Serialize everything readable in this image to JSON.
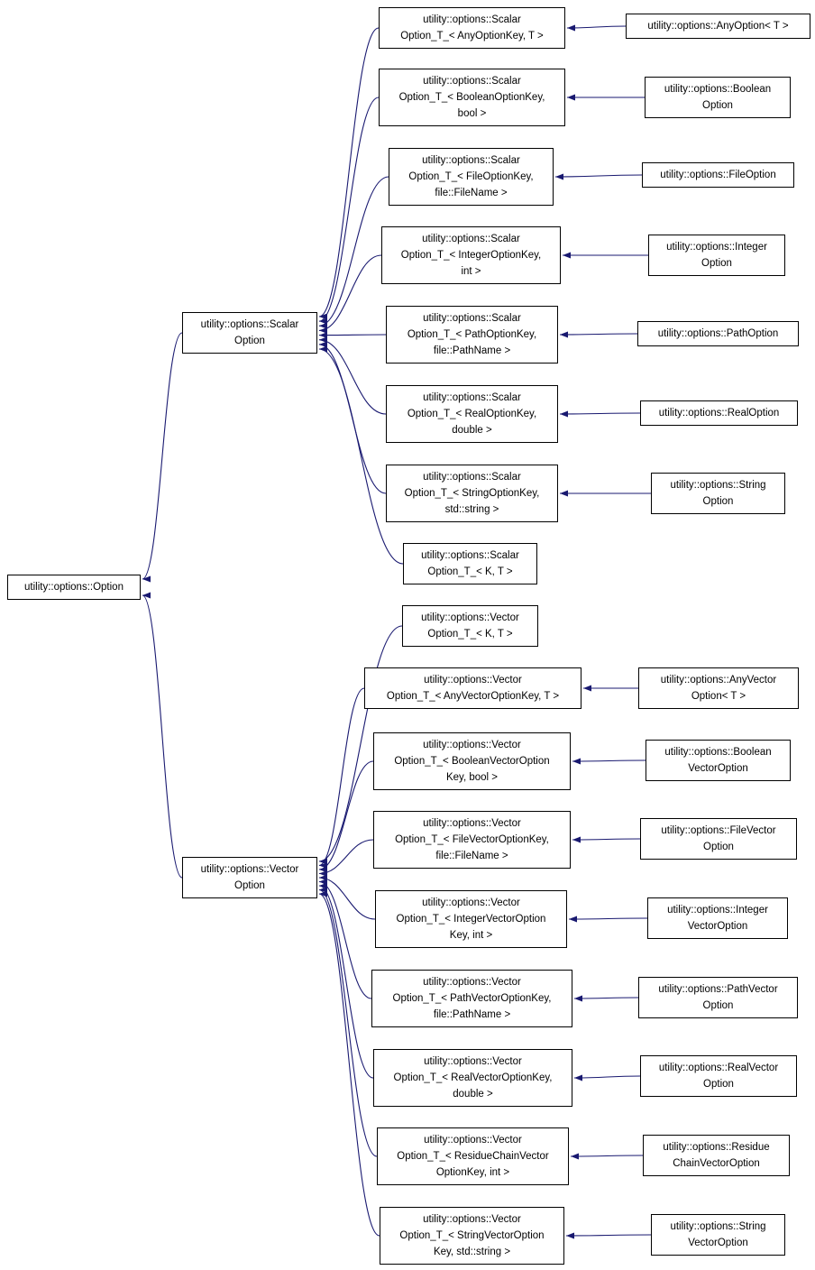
{
  "colors": {
    "edge": "#191970",
    "node_border": "#000000",
    "node_background": "#ffffff",
    "text": "#000000",
    "background": "#ffffff"
  },
  "nodes": {
    "option": {
      "lines": [
        "utility::options::Option"
      ]
    },
    "scalar_option": {
      "lines": [
        "utility::options::Scalar",
        "Option"
      ]
    },
    "vector_option": {
      "lines": [
        "utility::options::Vector",
        "Option"
      ]
    },
    "s_any": {
      "lines": [
        "utility::options::Scalar",
        "Option_T_< AnyOptionKey, T >"
      ]
    },
    "s_bool": {
      "lines": [
        "utility::options::Scalar",
        "Option_T_< BooleanOptionKey,",
        "bool >"
      ]
    },
    "s_file": {
      "lines": [
        "utility::options::Scalar",
        "Option_T_< FileOptionKey,",
        "file::FileName >"
      ]
    },
    "s_int": {
      "lines": [
        "utility::options::Scalar",
        "Option_T_< IntegerOptionKey,",
        "int >"
      ]
    },
    "s_path": {
      "lines": [
        "utility::options::Scalar",
        "Option_T_< PathOptionKey,",
        "file::PathName >"
      ]
    },
    "s_real": {
      "lines": [
        "utility::options::Scalar",
        "Option_T_< RealOptionKey,",
        "double >"
      ]
    },
    "s_string": {
      "lines": [
        "utility::options::Scalar",
        "Option_T_< StringOptionKey,",
        "std::string >"
      ]
    },
    "s_kt": {
      "lines": [
        "utility::options::Scalar",
        "Option_T_< K, T >"
      ]
    },
    "c_any": {
      "lines": [
        "utility::options::AnyOption< T >"
      ]
    },
    "c_bool": {
      "lines": [
        "utility::options::Boolean",
        "Option"
      ]
    },
    "c_file": {
      "lines": [
        "utility::options::FileOption"
      ]
    },
    "c_int": {
      "lines": [
        "utility::options::Integer",
        "Option"
      ]
    },
    "c_path": {
      "lines": [
        "utility::options::PathOption"
      ]
    },
    "c_real": {
      "lines": [
        "utility::options::RealOption"
      ]
    },
    "c_string": {
      "lines": [
        "utility::options::String",
        "Option"
      ]
    },
    "v_kt": {
      "lines": [
        "utility::options::Vector",
        "Option_T_< K, T >"
      ]
    },
    "v_any": {
      "lines": [
        "utility::options::Vector",
        "Option_T_< AnyVectorOptionKey, T >"
      ]
    },
    "v_bool": {
      "lines": [
        "utility::options::Vector",
        "Option_T_< BooleanVectorOption",
        "Key, bool >"
      ]
    },
    "v_file": {
      "lines": [
        "utility::options::Vector",
        "Option_T_< FileVectorOptionKey,",
        "file::FileName >"
      ]
    },
    "v_int": {
      "lines": [
        "utility::options::Vector",
        "Option_T_< IntegerVectorOption",
        "Key, int >"
      ]
    },
    "v_path": {
      "lines": [
        "utility::options::Vector",
        "Option_T_< PathVectorOptionKey,",
        "file::PathName >"
      ]
    },
    "v_real": {
      "lines": [
        "utility::options::Vector",
        "Option_T_< RealVectorOptionKey,",
        "double >"
      ]
    },
    "v_residue": {
      "lines": [
        "utility::options::Vector",
        "Option_T_< ResidueChainVector",
        "OptionKey, int >"
      ]
    },
    "v_string": {
      "lines": [
        "utility::options::Vector",
        "Option_T_< StringVectorOption",
        "Key, std::string >"
      ]
    },
    "cv_any": {
      "lines": [
        "utility::options::AnyVector",
        "Option< T >"
      ]
    },
    "cv_bool": {
      "lines": [
        "utility::options::Boolean",
        "VectorOption"
      ]
    },
    "cv_file": {
      "lines": [
        "utility::options::FileVector",
        "Option"
      ]
    },
    "cv_int": {
      "lines": [
        "utility::options::Integer",
        "VectorOption"
      ]
    },
    "cv_path": {
      "lines": [
        "utility::options::PathVector",
        "Option"
      ]
    },
    "cv_real": {
      "lines": [
        "utility::options::RealVector",
        "Option"
      ]
    },
    "cv_residue": {
      "lines": [
        "utility::options::Residue",
        "ChainVectorOption"
      ]
    },
    "cv_string": {
      "lines": [
        "utility::options::String",
        "VectorOption"
      ]
    }
  },
  "edges": [
    {
      "from": "scalar_option",
      "to": "option"
    },
    {
      "from": "vector_option",
      "to": "option"
    },
    {
      "from": "s_any",
      "to": "scalar_option"
    },
    {
      "from": "s_bool",
      "to": "scalar_option"
    },
    {
      "from": "s_file",
      "to": "scalar_option"
    },
    {
      "from": "s_int",
      "to": "scalar_option"
    },
    {
      "from": "s_path",
      "to": "scalar_option"
    },
    {
      "from": "s_real",
      "to": "scalar_option"
    },
    {
      "from": "s_string",
      "to": "scalar_option"
    },
    {
      "from": "s_kt",
      "to": "scalar_option"
    },
    {
      "from": "v_kt",
      "to": "vector_option"
    },
    {
      "from": "v_any",
      "to": "vector_option"
    },
    {
      "from": "v_bool",
      "to": "vector_option"
    },
    {
      "from": "v_file",
      "to": "vector_option"
    },
    {
      "from": "v_int",
      "to": "vector_option"
    },
    {
      "from": "v_path",
      "to": "vector_option"
    },
    {
      "from": "v_real",
      "to": "vector_option"
    },
    {
      "from": "v_residue",
      "to": "vector_option"
    },
    {
      "from": "v_string",
      "to": "vector_option"
    },
    {
      "from": "c_any",
      "to": "s_any"
    },
    {
      "from": "c_bool",
      "to": "s_bool"
    },
    {
      "from": "c_file",
      "to": "s_file"
    },
    {
      "from": "c_int",
      "to": "s_int"
    },
    {
      "from": "c_path",
      "to": "s_path"
    },
    {
      "from": "c_real",
      "to": "s_real"
    },
    {
      "from": "c_string",
      "to": "s_string"
    },
    {
      "from": "cv_any",
      "to": "v_any"
    },
    {
      "from": "cv_bool",
      "to": "v_bool"
    },
    {
      "from": "cv_file",
      "to": "v_file"
    },
    {
      "from": "cv_int",
      "to": "v_int"
    },
    {
      "from": "cv_path",
      "to": "v_path"
    },
    {
      "from": "cv_real",
      "to": "v_real"
    },
    {
      "from": "cv_residue",
      "to": "v_residue"
    },
    {
      "from": "cv_string",
      "to": "v_string"
    }
  ]
}
